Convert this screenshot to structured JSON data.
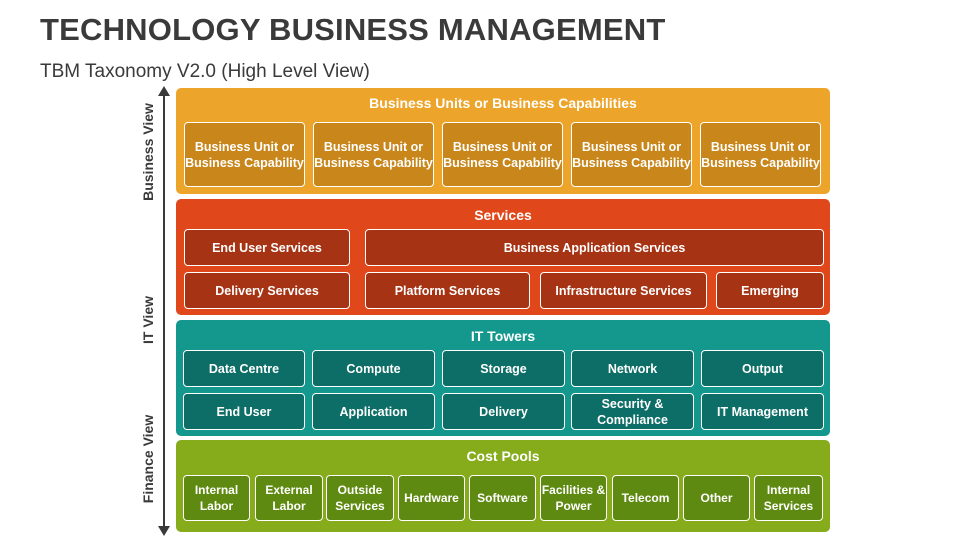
{
  "header": {
    "title": "TECHNOLOGY BUSINESS MANAGEMENT",
    "subtitle": "TBM Taxonomy V2.0 (High Level View)"
  },
  "views": [
    "Business View",
    "IT View",
    "Finance View"
  ],
  "layers": {
    "business_units": {
      "title": "Business Units or Business Capabilities",
      "items": [
        "Business Unit or Business Capability",
        "Business Unit or Business Capability",
        "Business Unit or Business Capability",
        "Business Unit or Business Capability",
        "Business Unit or Business Capability"
      ]
    },
    "services": {
      "title": "Services",
      "items": [
        "End User Services",
        "Business Application Services",
        "Delivery Services",
        "Platform Services",
        "Infrastructure Services",
        "Emerging"
      ]
    },
    "it_towers": {
      "title": "IT Towers",
      "items": [
        "Data Centre",
        "Compute",
        "Storage",
        "Network",
        "Output",
        "End User",
        "Application",
        "Delivery",
        "Security & Compliance",
        "IT Management"
      ]
    },
    "cost_pools": {
      "title": "Cost Pools",
      "items": [
        "Internal Labor",
        "External Labor",
        "Outside Services",
        "Hardware",
        "Software",
        "Facilities & Power",
        "Telecom",
        "Other",
        "Internal Services"
      ]
    }
  },
  "colors": {
    "business_units": "#eca52a",
    "services": "#e0481b",
    "it_towers": "#14988e",
    "cost_pools": "#86ac1c"
  }
}
